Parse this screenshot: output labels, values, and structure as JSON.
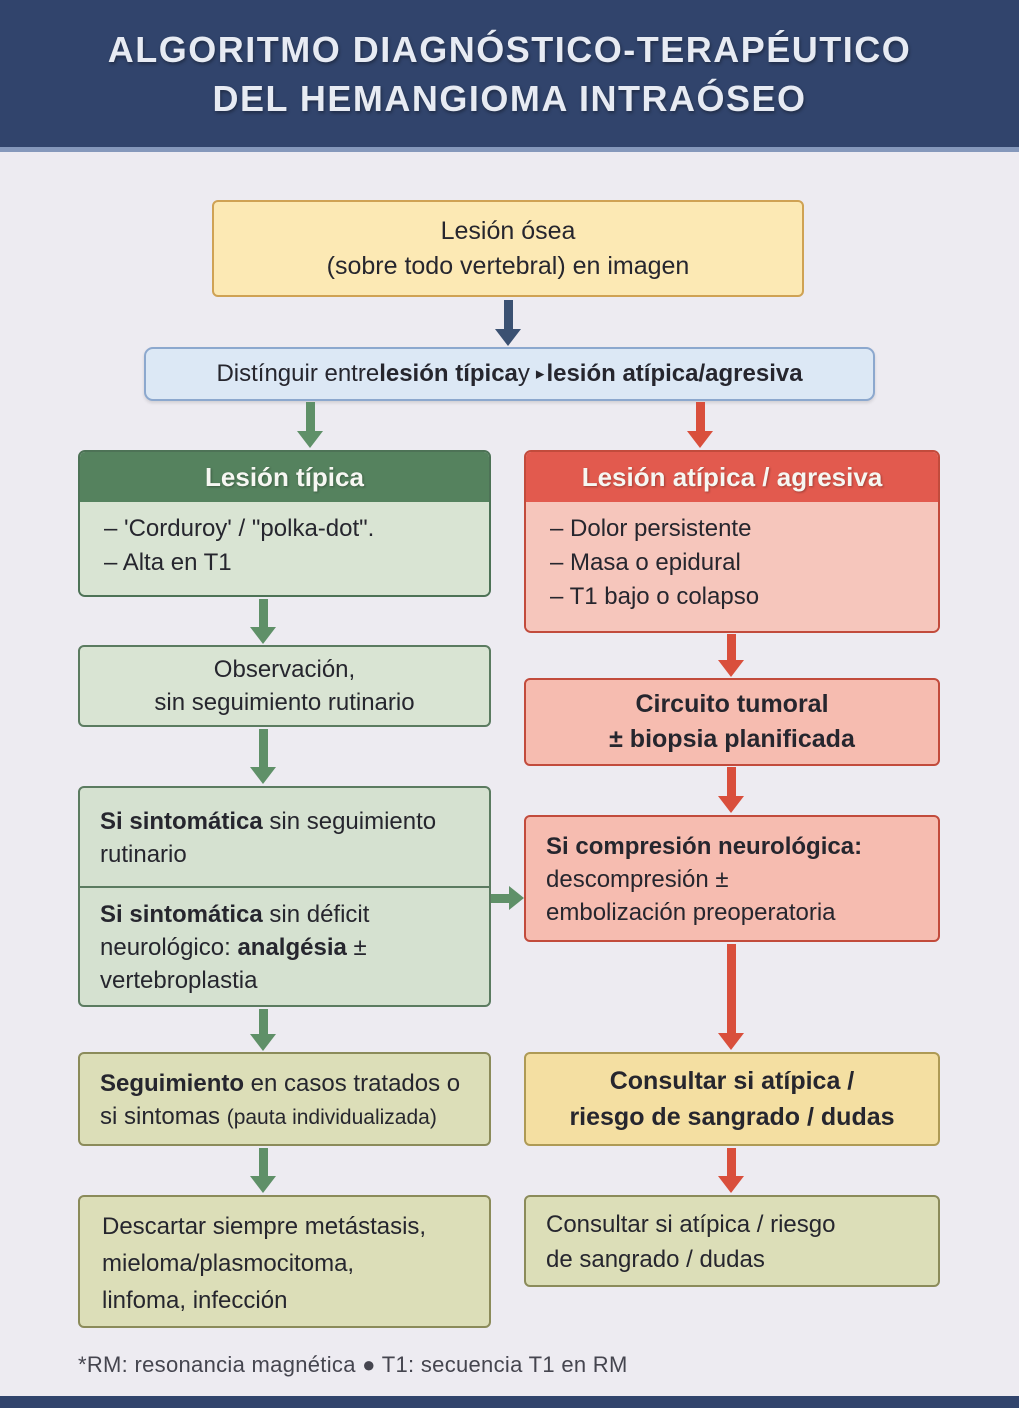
{
  "title": {
    "line1": "ALGORITMO DIAGNÓSTICO-TERAPÉUTICO",
    "line2": "DEL HEMANGIOMA INTRAÓSEO"
  },
  "start_box": {
    "line1": "Lesión ósea",
    "line2": "(sobre todo vertebral) en imagen"
  },
  "decision_box": {
    "seg1": "Distínguir entre ",
    "seg2": "lesión típica",
    "seg3": " y ",
    "bullet": "▸",
    "seg4": "lesión atípica/agresiva"
  },
  "left": {
    "header": "Lesión típica",
    "features": [
      "– 'Corduroy' / \"polka-dot\".",
      "– Alta en T1"
    ],
    "observation": {
      "line1": "Observación,",
      "line2": "sin seguimiento rutinario"
    },
    "symptomatic": {
      "p1_bold": "Si sintomática",
      "p1_rest": " sin seguimiento rutinario",
      "p2_bold": "Si sintomática",
      "p2_rest": " sin déficit neurológico: ",
      "p2_bold2": "analgésia",
      "p2_rest2": " ± vertebroplastia"
    },
    "followup": {
      "bold": "Seguimiento",
      "rest": " en casos tratados o si sintomas ",
      "small": "(pauta individualizada)"
    },
    "ruleout_lines": [
      "Descartar siempre metástasis,",
      "mieloma/plasmocitoma,",
      "linfoma, infección"
    ]
  },
  "right": {
    "header": "Lesión atípica / agresiva",
    "features": [
      "– Dolor persistente",
      "– Masa o epidural",
      "– T1 bajo o colapso"
    ],
    "tumor_circuit": {
      "line1": "Circuito tumoral",
      "line2": "± biopsia planificada"
    },
    "compression": {
      "line1": "Si compresión neurológica:",
      "line2": "descompresión ±",
      "line3": "embolización preoperatoria"
    },
    "consult1": {
      "line1": "Consultar si atípica /",
      "line2": "riesgo de sangrado / dudas"
    },
    "consult2_lines": [
      "Consultar si atípica / riesgo",
      "de sangrado / dudas"
    ]
  },
  "footer": "*RM: resonancia magnética ● T1: secuencia T1 en RM",
  "colors": {
    "header_bg": "#31446c",
    "header_underline": "#8598bb",
    "background": "#edebf1",
    "start_box_bg": "#fce9b4",
    "decision_box_bg": "#dce8f5",
    "green_header_bg": "#55825e",
    "green_body_bg": "#d9e4d3",
    "olive_box_bg": "#dcdeb8",
    "red_header_bg": "#e25a4e",
    "pink_box_bg": "#f6bcb0",
    "yellow_box_bg": "#f4dfa2",
    "green_arrow": "#5f9068",
    "red_arrow": "#d94f3c",
    "navy_arrow": "#3b5172"
  }
}
